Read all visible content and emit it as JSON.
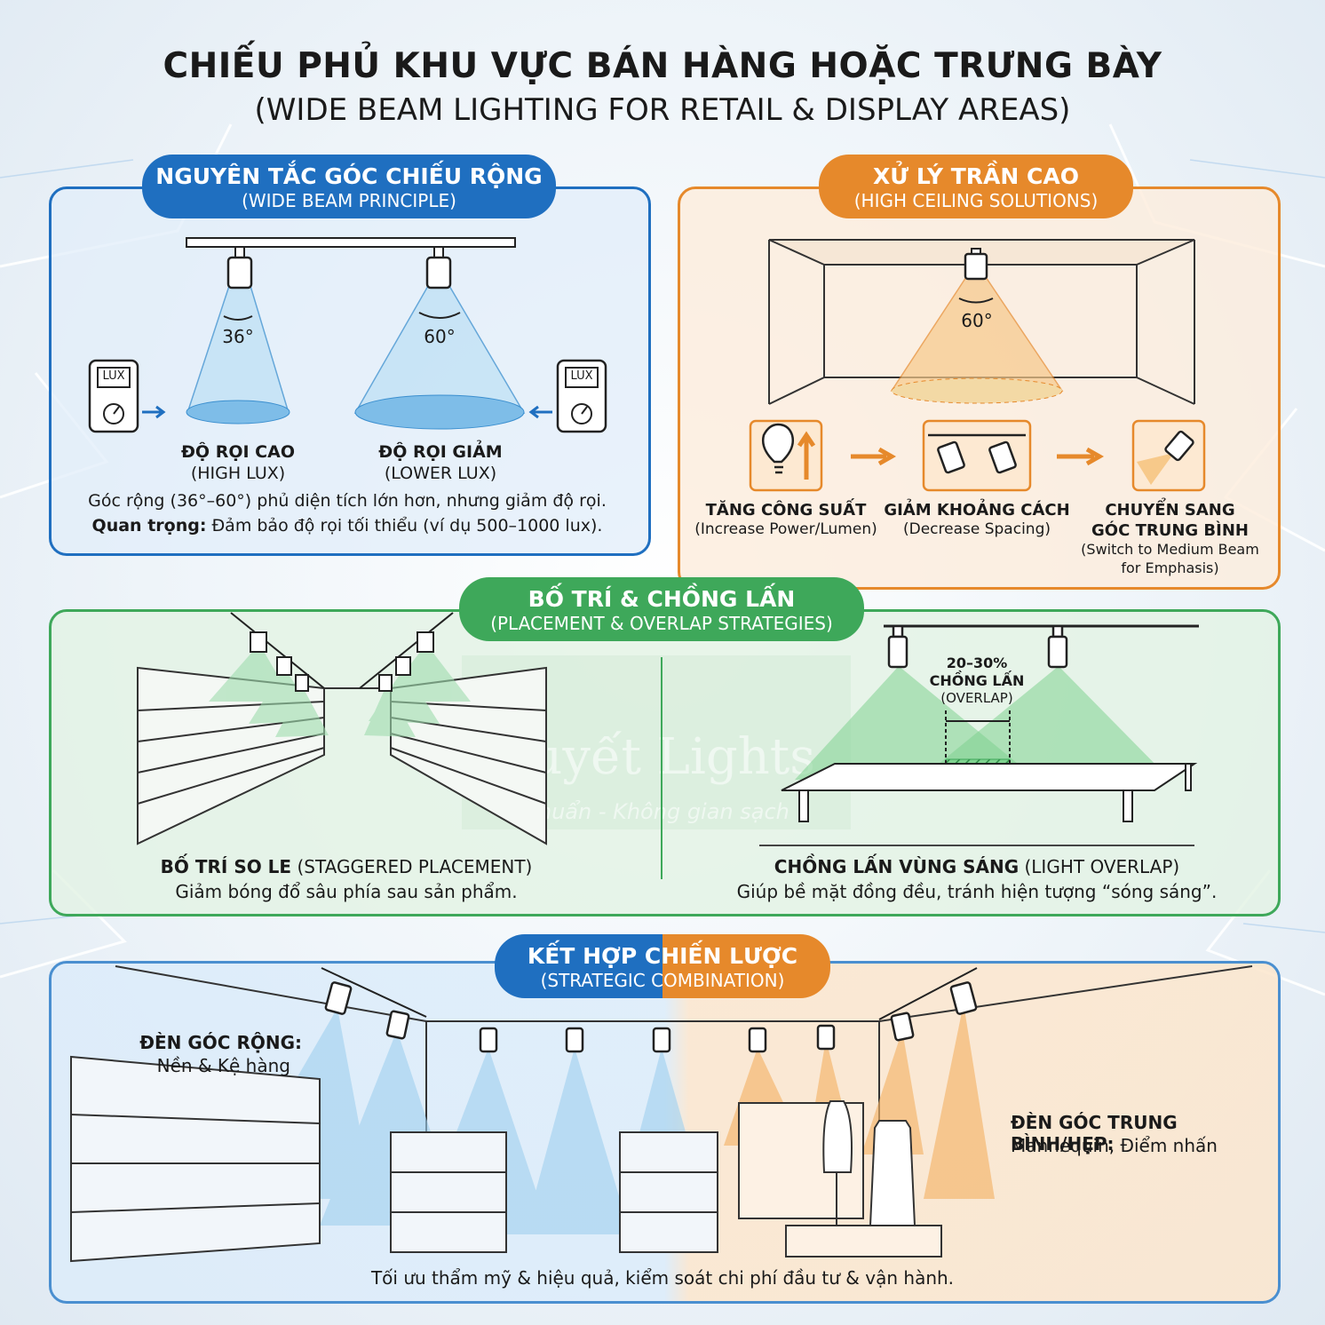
{
  "title": "CHIẾU PHỦ KHU VỰC BÁN HÀNG HOẶC TRƯNG BÀY",
  "subtitle": "(WIDE BEAM LIGHTING FOR RETAIL & DISPLAY AREAS)",
  "colors": {
    "blue": "#1f6fc0",
    "orange": "#e6892b",
    "green": "#3ea85a"
  },
  "wide_beam": {
    "heading": "NGUYÊN TẮC GÓC CHIẾU RỘNG",
    "heading_en": "(WIDE BEAM PRINCIPLE)",
    "angle_narrow": "36°",
    "angle_wide": "60°",
    "meter_label": "LUX",
    "high_lux": "ĐỘ RỌI CAO",
    "high_lux_en": "(HIGH LUX)",
    "lower_lux": "ĐỘ RỌI GIẢM",
    "lower_lux_en": "(LOWER LUX)",
    "note": "Góc rộng (36°–60°) phủ diện tích lớn hơn, nhưng giảm độ rọi.",
    "important_label": "Quan trọng:",
    "important_text": " Đảm bảo độ rọi tối thiểu (ví dụ 500–1000 lux)."
  },
  "high_ceiling": {
    "heading": "XỬ LÝ TRẦN CAO",
    "heading_en": "(HIGH CEILING SOLUTIONS)",
    "angle": "60°",
    "step1": "TĂNG CÔNG SUẤT",
    "step1_en": "(Increase Power/Lumen)",
    "step2": "GIẢM KHOẢNG CÁCH",
    "step2_en": "(Decrease Spacing)",
    "step3_a": "CHUYỂN SANG",
    "step3_b": "GÓC TRUNG BÌNH",
    "step3_en_a": "(Switch to Medium Beam",
    "step3_en_b": "for Emphasis)"
  },
  "placement": {
    "heading": "BỐ TRÍ & CHỒNG LẤN",
    "heading_en": "(PLACEMENT & OVERLAP STRATEGIES)",
    "overlap_pct": "20–30%",
    "overlap_vi": "CHỒNG LẤN",
    "overlap_en": "(OVERLAP)",
    "staggered_title": "BỐ TRÍ SO LE",
    "staggered_en": " (STAGGERED PLACEMENT)",
    "staggered_desc": "Giảm bóng đổ sâu phía sau sản phẩm.",
    "overlap_title": "CHỒNG LẤN VÙNG SÁNG",
    "overlap_title_en": " (LIGHT OVERLAP)",
    "overlap_desc": "Giúp bề mặt đồng đều, tránh hiện tượng “sóng sáng”.",
    "watermark_a": "Tuyết Lights",
    "watermark_b": "Chuẩn - Không gian sạch"
  },
  "combination": {
    "heading": "KẾT HỢP CHIẾN LƯỢC",
    "heading_en": "(STRATEGIC COMBINATION)",
    "wide_label": "ĐÈN GÓC RỘNG:",
    "wide_desc": "Nền & Kệ hàng",
    "medium_label": "ĐÈN GÓC TRUNG BÌNH/HẸP:",
    "medium_desc": "Mannequin, Điểm nhấn",
    "footer": "Tối ưu thẩm mỹ & hiệu quả, kiểm soát chi phí đầu tư & vận hành."
  }
}
